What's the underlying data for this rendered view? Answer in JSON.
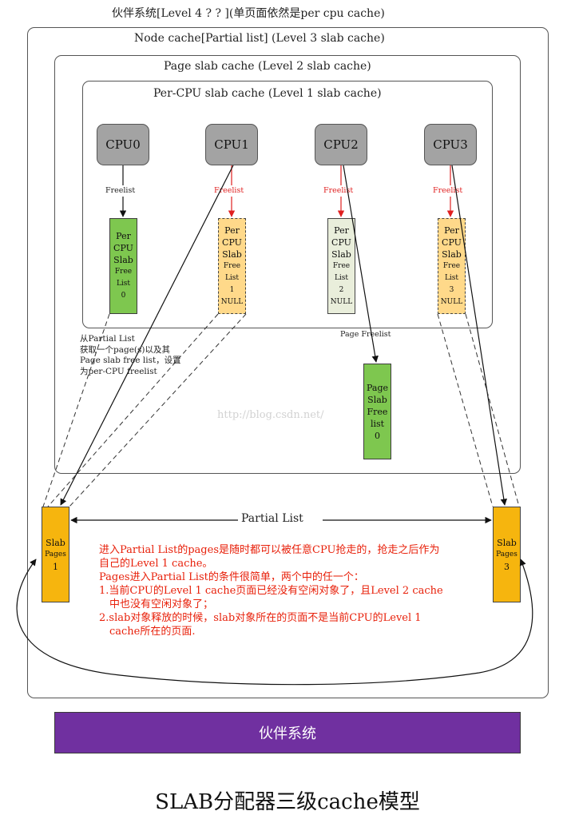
{
  "titles": {
    "outer": "伙伴系统[Level 4 ? ? ](单页面依然是per cpu cache)",
    "node": "Node cache[Partial list] (Level 3 slab cache)",
    "page": "Page slab cache (Level 2 slab cache)",
    "percpu": "Per-CPU slab cache (Level 1 slab cache)"
  },
  "cpus": [
    "CPU0",
    "CPU1",
    "CPU2",
    "CPU3"
  ],
  "freelist_label": "Freelist",
  "percpu_slabs": [
    [
      "Per",
      "CPU",
      "Slab",
      "Free",
      "List",
      "0"
    ],
    [
      "Per",
      "CPU",
      "Slab",
      "Free",
      "List",
      "1",
      "NULL"
    ],
    [
      "Per",
      "CPU",
      "Slab",
      "Free",
      "List",
      "2",
      "NULL"
    ],
    [
      "Per",
      "CPU",
      "Slab",
      "Free",
      "List",
      "3",
      "NULL"
    ]
  ],
  "partial_note": [
    "从Partial List",
    "获取一个page(s)以及其",
    "Page slab free list，设置",
    "为per-CPU freelist"
  ],
  "page_freelist_label": "Page Freelist",
  "page_slab": [
    "Page",
    "Slab",
    "Free",
    "list",
    "0"
  ],
  "watermark": "http://blog.csdn.net/",
  "partial_list_label": "Partial List",
  "slab_pages": [
    [
      "Slab",
      "Pages",
      "1"
    ],
    [
      "Slab",
      "Pages",
      "3"
    ]
  ],
  "red_notes": [
    "进入Partial List的pages是随时都可以被任意CPU抢走的，抢走之后作为",
    "自己的Level 1 cache。",
    "Pages进入Partial List的条件很简单，两个中的任一个：",
    "1.当前CPU的Level 1 cache页面已经没有空闲对象了，且Level 2 cache",
    "  中也没有空闲对象了；",
    "2.slab对象释放的时候，slab对象所在的页面不是当前CPU的Level 1",
    "  cache所在的页面."
  ],
  "buddy_label": "伙伴系统",
  "caption": "SLAB分配器三级cache模型",
  "colors": {
    "cpu_box": "#a3a3a3",
    "slab_green": "#7ec74f",
    "slab_yellow": "#ffd98a",
    "slab_pale": "#e9eedb",
    "slab_pages": "#f6b50e",
    "buddy": "#7030a0",
    "note_red": "#e8200a",
    "arrow_red": "#e02020"
  }
}
